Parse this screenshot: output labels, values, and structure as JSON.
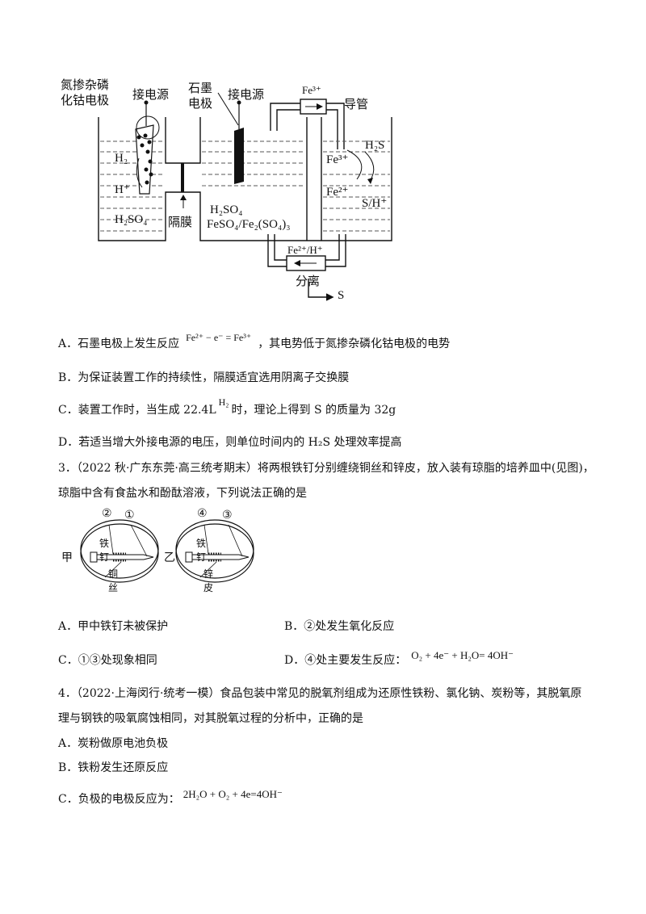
{
  "diagram": {
    "labels": {
      "cathode_line1": "氮掺杂磷",
      "cathode_line2": "化钴电极",
      "power1": "接电源",
      "graphite_line1": "石墨",
      "graphite_line2": "电极",
      "power2": "接电源",
      "fe3_box": "Fe³⁺",
      "pipe": "导管",
      "h2": "H₂",
      "hplus": "H⁺",
      "h2so4_left": "H₂SO₄",
      "membrane": "隔膜",
      "h2so4_mid": "H₂SO₄",
      "feso4": "FeSO₄/Fe₂(SO₄)₃",
      "h2s": "H₂S",
      "fe3_right": "Fe³⁺",
      "fe2_right": "Fe²⁺",
      "s_h": "S/H⁺",
      "fe2_h_box": "Fe²⁺/H⁺",
      "separate": "分离",
      "s_out": "S"
    }
  },
  "q2": {
    "a_pre": "A．石墨电极上发生反应",
    "a_formula": "Fe²⁺ − e⁻ = Fe³⁺",
    "a_post": "，其电势低于氮掺杂磷化钴电极的电势",
    "b": "B．为保证装置工作的持续性，隔膜适宜选用阴离子交换膜",
    "c_pre": "C．装置工作时，当生成 22.4L",
    "c_formula": "H₂",
    "c_post": "时，理论上得到 S 的质量为 32g",
    "d": "D．若适当增大外接电源的电压，则单位时间内的 H₂S 处理效率提高"
  },
  "q3": {
    "stem1": "3．（2022 秋·广东东莞·高三统考期末）将两根铁钉分别缠绕铜丝和锌皮，放入装有琼脂的培养皿中(见图)，",
    "stem2": "琼脂中含有食盐水和酚酞溶液，下列说法正确的是",
    "fig": {
      "jia": "甲",
      "yi": "乙",
      "n1": "①",
      "n2": "②",
      "n3": "③",
      "n4": "④",
      "nail1": "铁钉",
      "wire": "铜丝",
      "nail2": "铁钉",
      "zinc": "锌皮"
    },
    "a": "A．甲中铁钉未被保护",
    "b": "B．②处发生氧化反应",
    "c": "C．①③处现象相同",
    "d_pre": "D．④处主要发生反应：",
    "d_formula": "O₂ + 4e⁻ + H₂O= 4OH⁻"
  },
  "q4": {
    "stem1": "4．（2022·上海闵行·统考一模）食品包装中常见的脱氧剂组成为还原性铁粉、氯化钠、炭粉等，其脱氧原",
    "stem2": "理与钢铁的吸氧腐蚀相同，对其脱氧过程的分析中，正确的是",
    "a": "A．炭粉做原电池负极",
    "b": "B．铁粉发生还原反应",
    "c_pre": "C．负极的电极反应为：",
    "c_formula": "2H₂O + O₂ + 4e=4OH⁻"
  }
}
